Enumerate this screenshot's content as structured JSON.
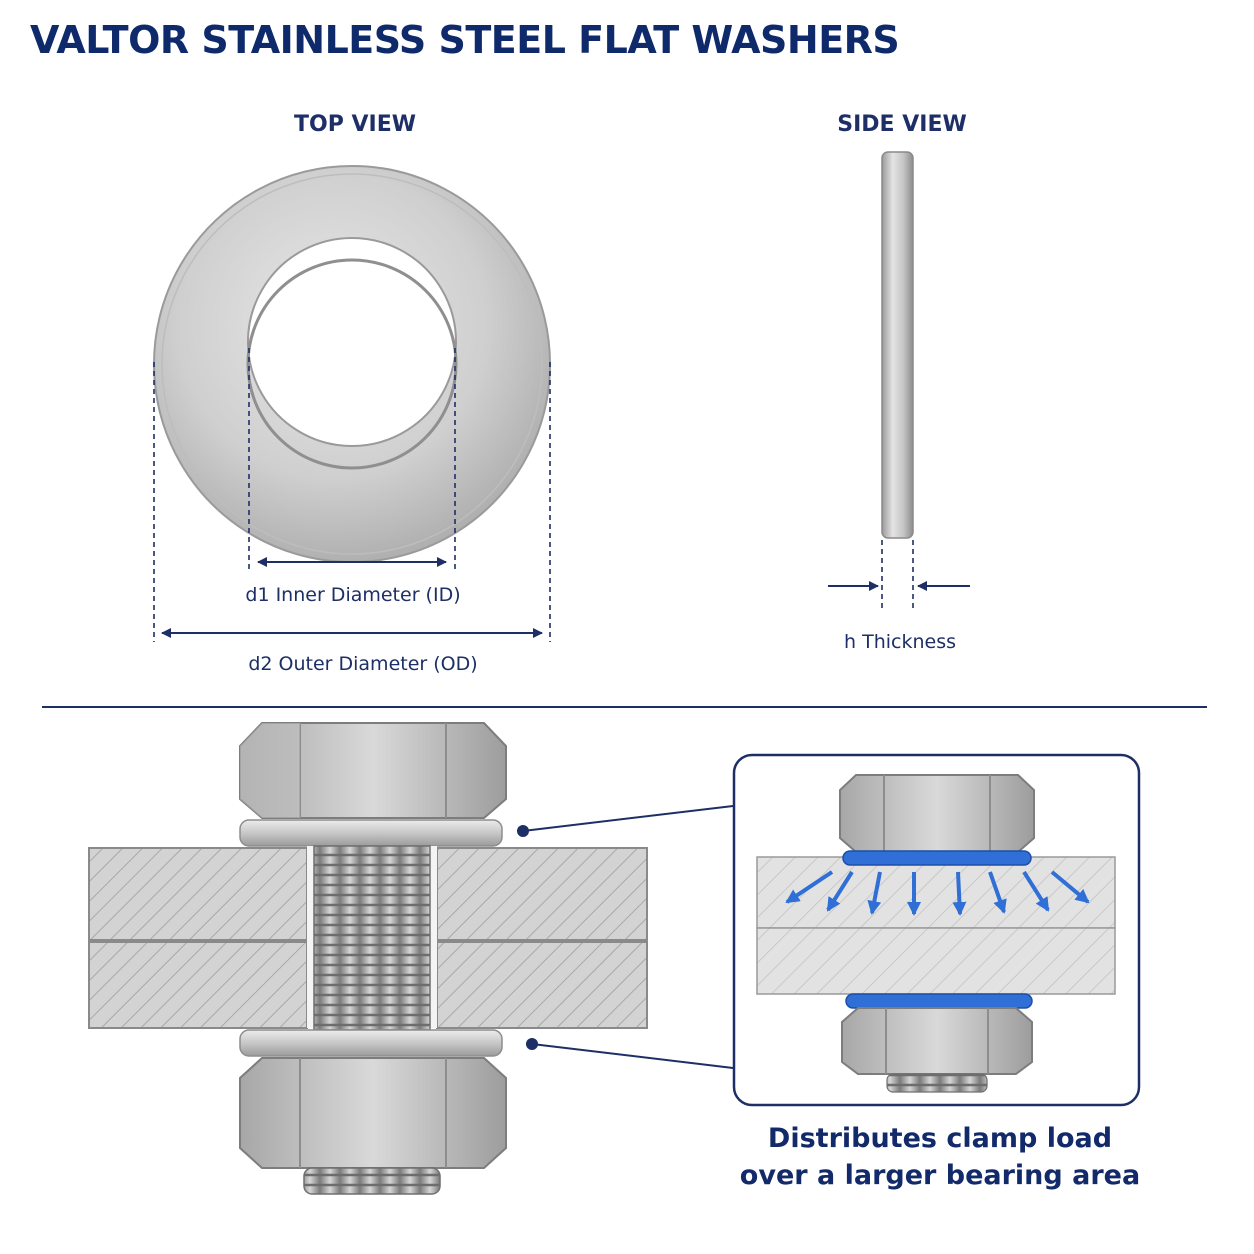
{
  "title": "VALTOR STAINLESS STEEL FLAT WASHERS",
  "top_view": {
    "label": "TOP VIEW",
    "inner_diameter_label": "d1 Inner Diameter (ID)",
    "outer_diameter_label": "d2 Outer Diameter (OD)"
  },
  "side_view": {
    "label": "SIDE VIEW",
    "thickness_label": "h Thickness"
  },
  "caption": {
    "line1": "Distributes clamp load",
    "line2": "over a larger bearing area"
  },
  "colors": {
    "title": "#0f2a6b",
    "dimension": "#1d2f66",
    "accent_blue": "#2f6fd6",
    "steel_light": "#dcdcdc",
    "steel_mid": "#b9b9b9",
    "steel_dark": "#8a8a8a"
  }
}
